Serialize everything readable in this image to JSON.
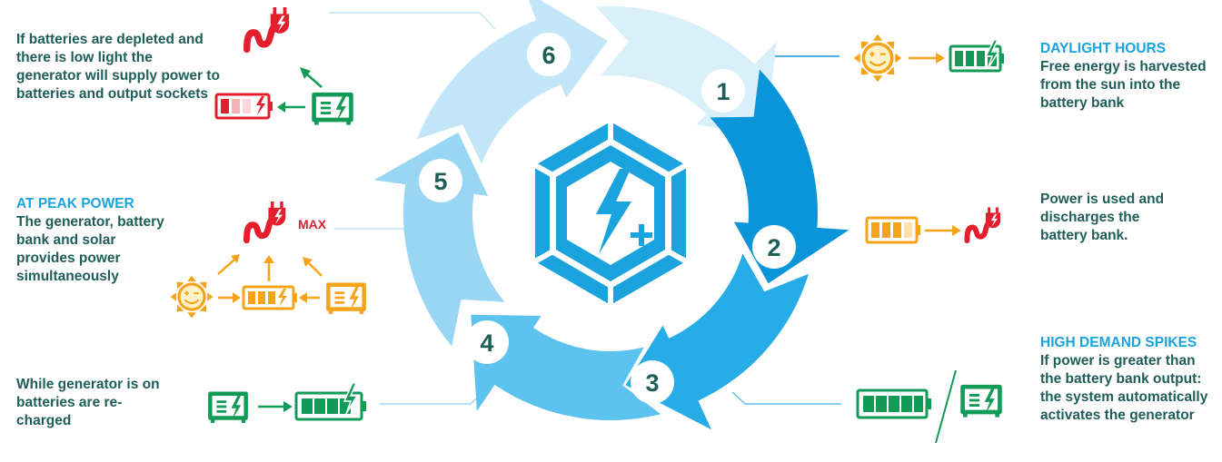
{
  "colors": {
    "c1": "#0b95d9",
    "c2": "#27ace7",
    "c3": "#5cc3ef",
    "c4": "#99d6f4",
    "c5": "#c2e5f8",
    "c6": "#d9eff9",
    "green": "#129a57",
    "red": "#e31e2d",
    "orange": "#f5a319",
    "teal": "#1f5e58",
    "heading": "#1aa3dc"
  },
  "steps": [
    {
      "number": "1",
      "heading": "DAYLIGHT HOURS",
      "text": "Free energy is harvested from the sun into the battery bank"
    },
    {
      "number": "2",
      "heading": "",
      "text": "Power is used and discharges the battery bank."
    },
    {
      "number": "3",
      "heading": "HIGH DEMAND SPIKES",
      "text": "If power is greater than the battery bank output: the system automatically activates the generator"
    },
    {
      "number": "4",
      "heading": "",
      "text": "While generator is on batteries are re-charged"
    },
    {
      "number": "5",
      "heading": "AT PEAK POWER",
      "text": "The generator, battery bank and solar provides power simultaneously"
    },
    {
      "number": "6",
      "heading": "",
      "text": "If batteries are depleted and there is low light the generator will supply power to batteries and output sockets"
    }
  ],
  "labels": {
    "max": "MAX"
  },
  "icons": {
    "center": "power-hexagon-icon",
    "sun": "sun-icon",
    "battery": "battery-icon",
    "plug": "plug-icon",
    "generator": "generator-icon"
  }
}
